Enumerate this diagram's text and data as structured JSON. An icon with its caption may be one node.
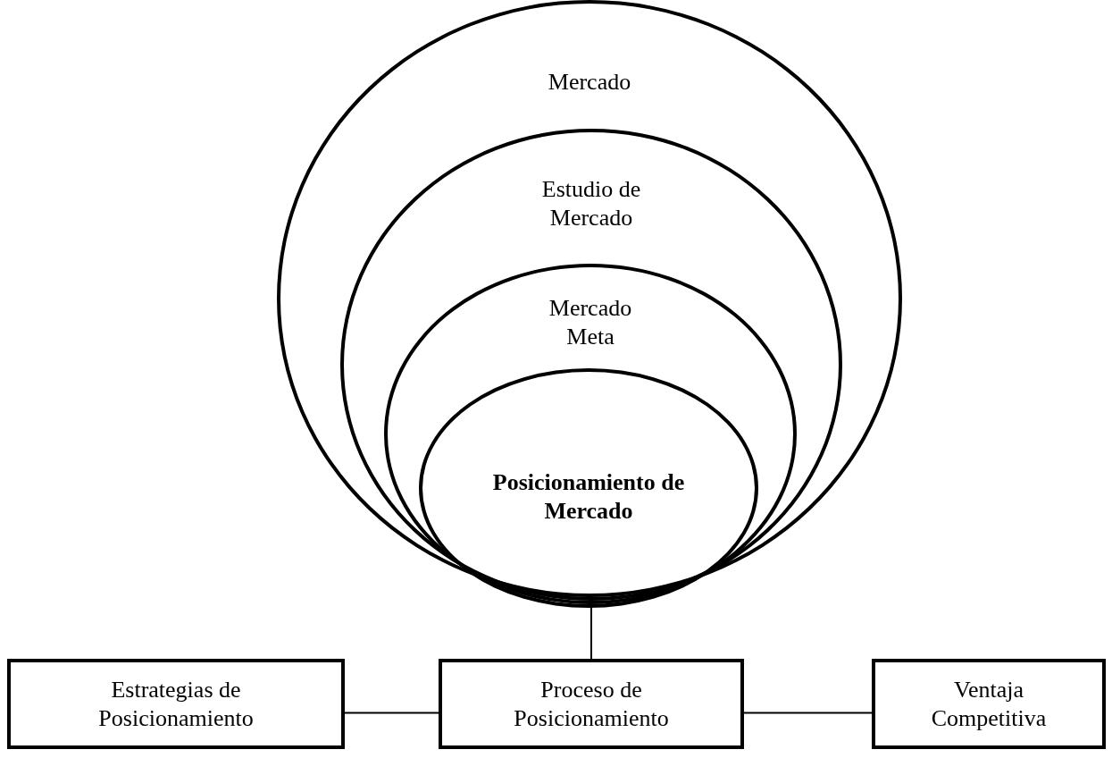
{
  "diagram": {
    "nodes": [
      {
        "text": [
          "Mercado"
        ]
      },
      {
        "text": [
          "Estudio de Mercado"
        ],
        "in": 0
      },
      {
        "text": [
          "Mercado Meta"
        ],
        "in": 1
      },
      {
        "text": [
          "Posicionamiento de Mercado"
        ],
        "in": 2
      },
      {
        "text": [
          "Estrategias de Posicionamiento"
        ]
      },
      {
        "text": [
          "Proceso de Posicionamiento"
        ]
      },
      {
        "text": [
          "Ventaja Competitiva"
        ]
      }
    ],
    "edges": [
      {
        "from": 0,
        "to": 5,
        "arrow": "none"
      },
      {
        "from": 4,
        "to": 5,
        "arrow": "none"
      },
      {
        "from": 5,
        "to": 6,
        "arrow": "none"
      }
    ]
  }
}
